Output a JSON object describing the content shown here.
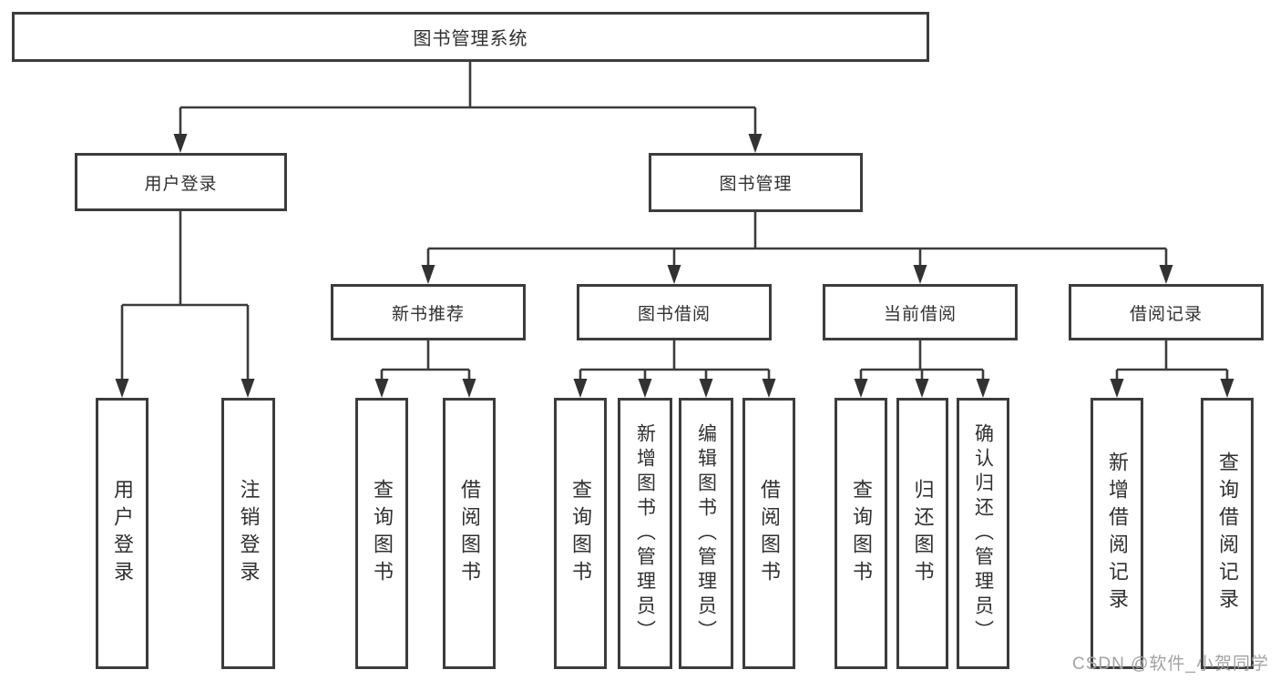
{
  "tree": {
    "label": "图书管理系统",
    "children": [
      {
        "label": "用户登录",
        "children": [
          {
            "label": "用户登录"
          },
          {
            "label": "注销登录"
          }
        ]
      },
      {
        "label": "图书管理",
        "children": [
          {
            "label": "新书推荐",
            "children": [
              {
                "label": "查询图书"
              },
              {
                "label": "借阅图书"
              }
            ]
          },
          {
            "label": "图书借阅",
            "children": [
              {
                "label": "查询图书"
              },
              {
                "label": "新增图书（管理员）"
              },
              {
                "label": "编辑图书（管理员）"
              },
              {
                "label": "借阅图书"
              }
            ]
          },
          {
            "label": "当前借阅",
            "children": [
              {
                "label": "查询图书"
              },
              {
                "label": "归还图书"
              },
              {
                "label": "确认归还（管理员）"
              }
            ]
          },
          {
            "label": "借阅记录",
            "children": [
              {
                "label": "新增借阅记录"
              },
              {
                "label": "查询借阅记录"
              }
            ]
          }
        ]
      }
    ]
  },
  "watermark": "CSDN @软件_小贺同学",
  "colors": {
    "line": "#3c3c3c",
    "text": "#303030",
    "watermark": "#a3a3a3",
    "background": "#ffffff"
  }
}
